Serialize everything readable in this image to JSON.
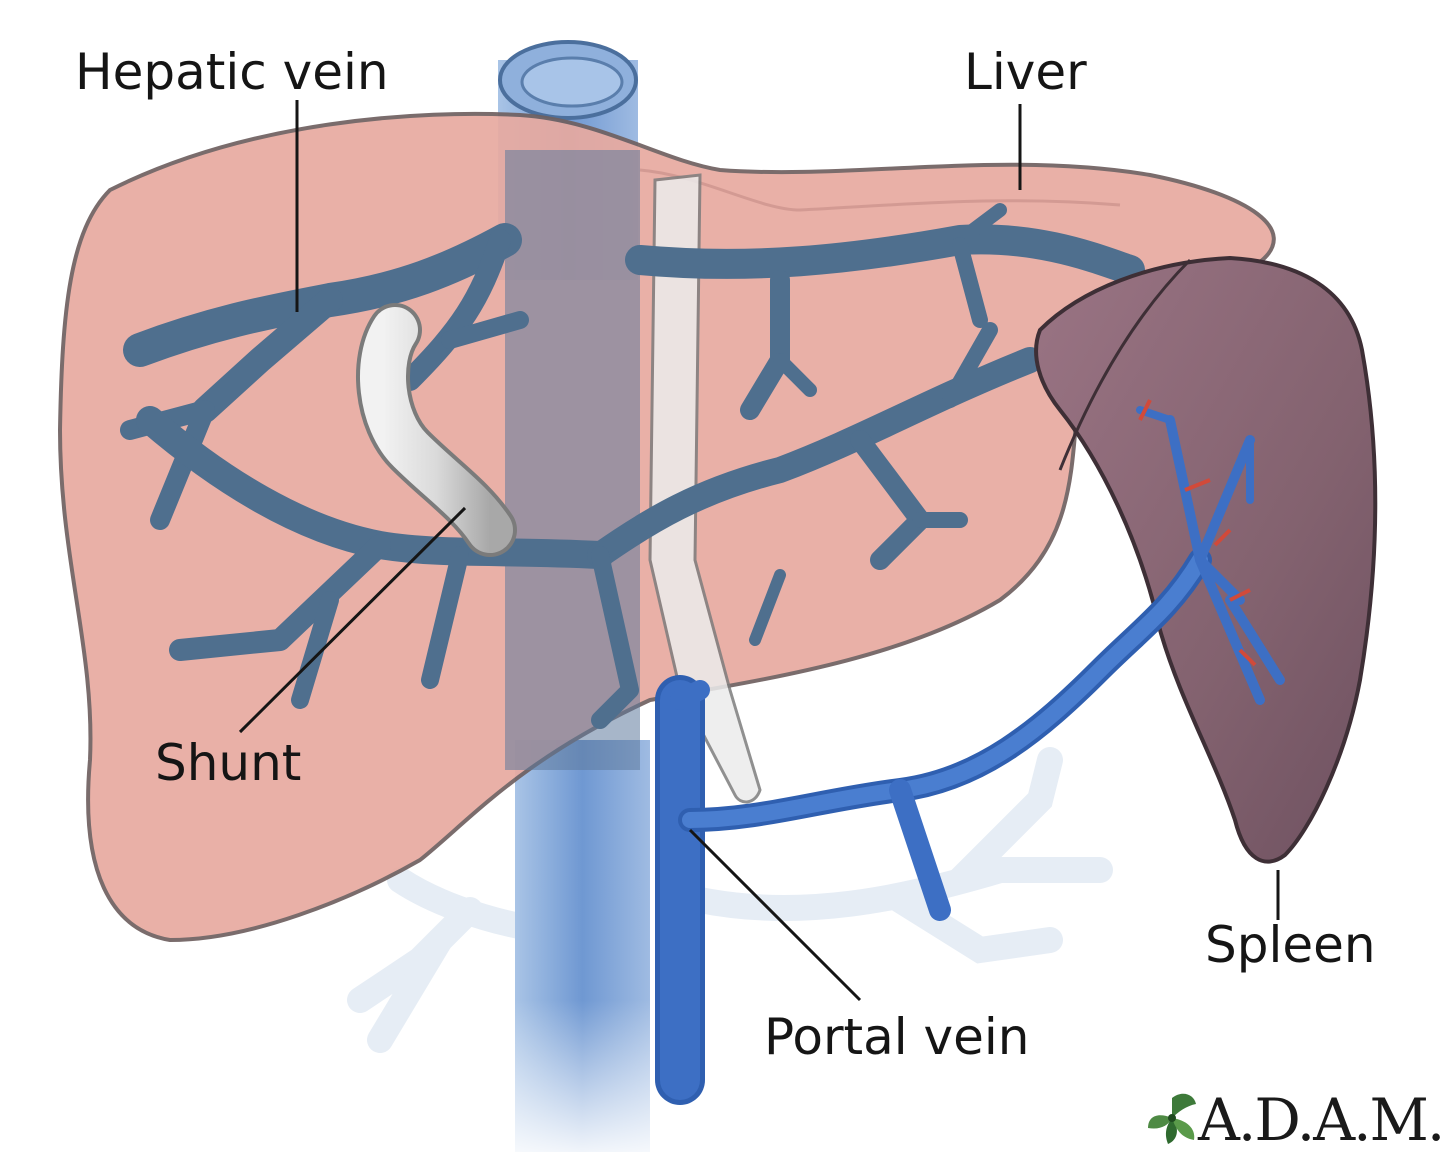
{
  "labels": {
    "hepatic_vein": "Hepatic vein",
    "liver": "Liver",
    "shunt": "Shunt",
    "spleen": "Spleen",
    "portal_vein": "Portal vein"
  },
  "brand": {
    "name": "A.D.A.M.",
    "icon": "leaf-logo-icon"
  },
  "colors": {
    "liver": "#e8aaa0",
    "spleen": "#8a6a78",
    "hepatic_vein": "#4f6f8e",
    "portal_vein": "#3d6fc4",
    "vena_cava": "#7da4d6",
    "shunt": "#d9d9d9"
  }
}
